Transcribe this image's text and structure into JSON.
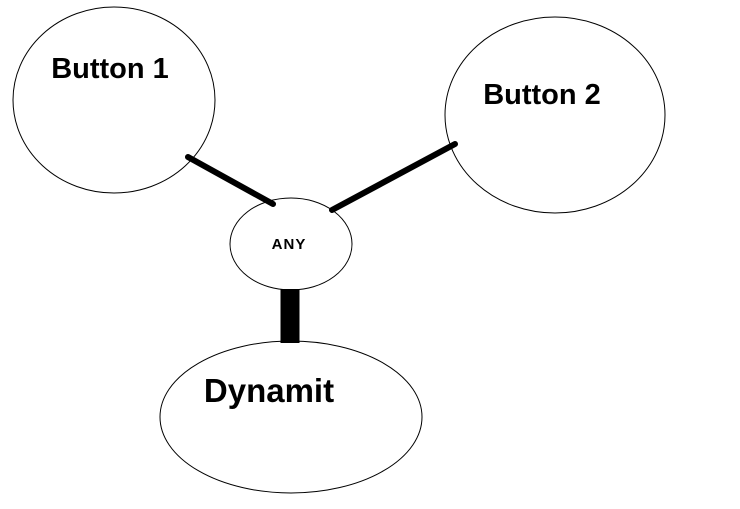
{
  "diagram": {
    "nodes": {
      "button1": {
        "label": "Button 1",
        "shape": "ellipse"
      },
      "button2": {
        "label": "Button 2",
        "shape": "ellipse"
      },
      "any": {
        "label": "ANY",
        "shape": "ellipse"
      },
      "dynamit": {
        "label": "Dynamit",
        "shape": "ellipse"
      }
    },
    "edges": [
      {
        "from": "button1",
        "to": "any",
        "weight": "medium"
      },
      {
        "from": "button2",
        "to": "any",
        "weight": "medium"
      },
      {
        "from": "any",
        "to": "dynamit",
        "weight": "thick"
      }
    ],
    "colors": {
      "background": "#ffffff",
      "stroke": "#000000",
      "text": "#000000"
    }
  }
}
